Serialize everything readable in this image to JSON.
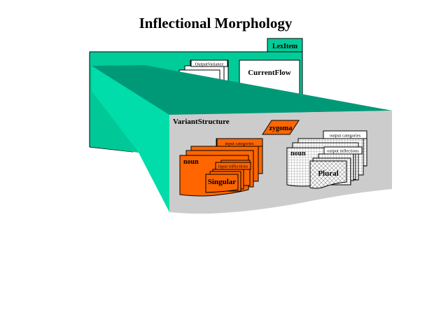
{
  "diagram": {
    "title": "Inflectional Morphology",
    "colors": {
      "lexitem_fill": "#00cc99",
      "funnel_top": "#009977",
      "funnel_side": "#00ddaa",
      "funnel_inner": "#00c896",
      "variant_panel": "#cccccc",
      "orange": "#ff6600",
      "white": "#ffffff",
      "outline": "#000000"
    },
    "lexitem": {
      "tab_label": "LexItem",
      "output_variance_label": "OutputVariance",
      "current_flow_label": "CurrentFlow"
    },
    "variant_structure": {
      "label": "VariantStructure",
      "zygoma_label": "zygoma",
      "input_group": {
        "categories_label": "input categories",
        "noun_label": "noun",
        "inflections_label": "input inflections",
        "form_label": "Singular"
      },
      "output_group": {
        "categories_label": "output categories",
        "noun_label": "noun",
        "inflections_label": "output inflections",
        "form_label": "Plural"
      }
    }
  }
}
